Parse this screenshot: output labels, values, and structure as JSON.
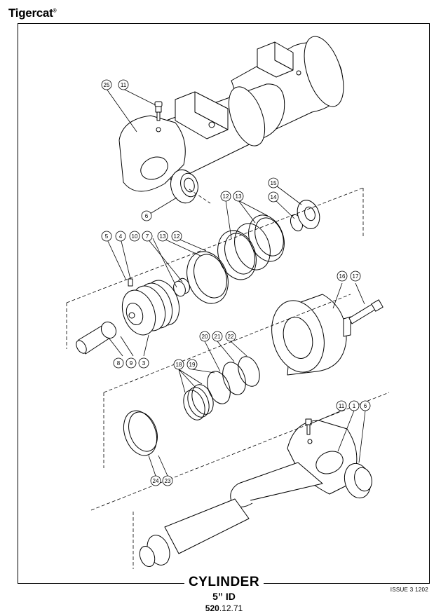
{
  "brand": {
    "name": "Tigercat",
    "mark": "®"
  },
  "caption": {
    "title": "CYLINDER",
    "subtitle": "5” ID",
    "code_bold": "520",
    "code_rest": ".12.71",
    "issue": "ISSUE 3 1202"
  },
  "callouts": [
    "25",
    "11",
    "6",
    "15",
    "14",
    "12",
    "13",
    "5",
    "4",
    "10",
    "7",
    "13",
    "12",
    "16",
    "17",
    "8",
    "9",
    "3",
    "20",
    "21",
    "22",
    "18",
    "19",
    "11",
    "1",
    "6",
    "24",
    "23"
  ]
}
